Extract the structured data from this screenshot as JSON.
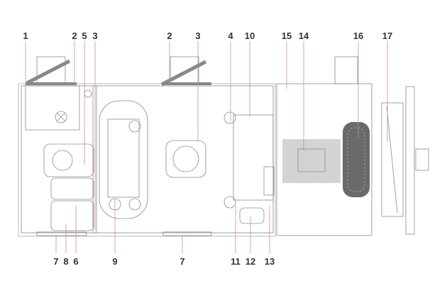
{
  "callouts_top": [
    "1",
    "2",
    "5",
    "3",
    "2",
    "3",
    "4",
    "10",
    "15",
    "14",
    "16",
    "17"
  ],
  "callouts_bottom": [
    "7",
    "8",
    "6",
    "9",
    "7",
    "11",
    "12",
    "13"
  ],
  "colors": {
    "body": "#e4e4e4",
    "trailer": "#c9c9c9",
    "leader": "#d98a8a",
    "outline": "#8a8a8a"
  }
}
